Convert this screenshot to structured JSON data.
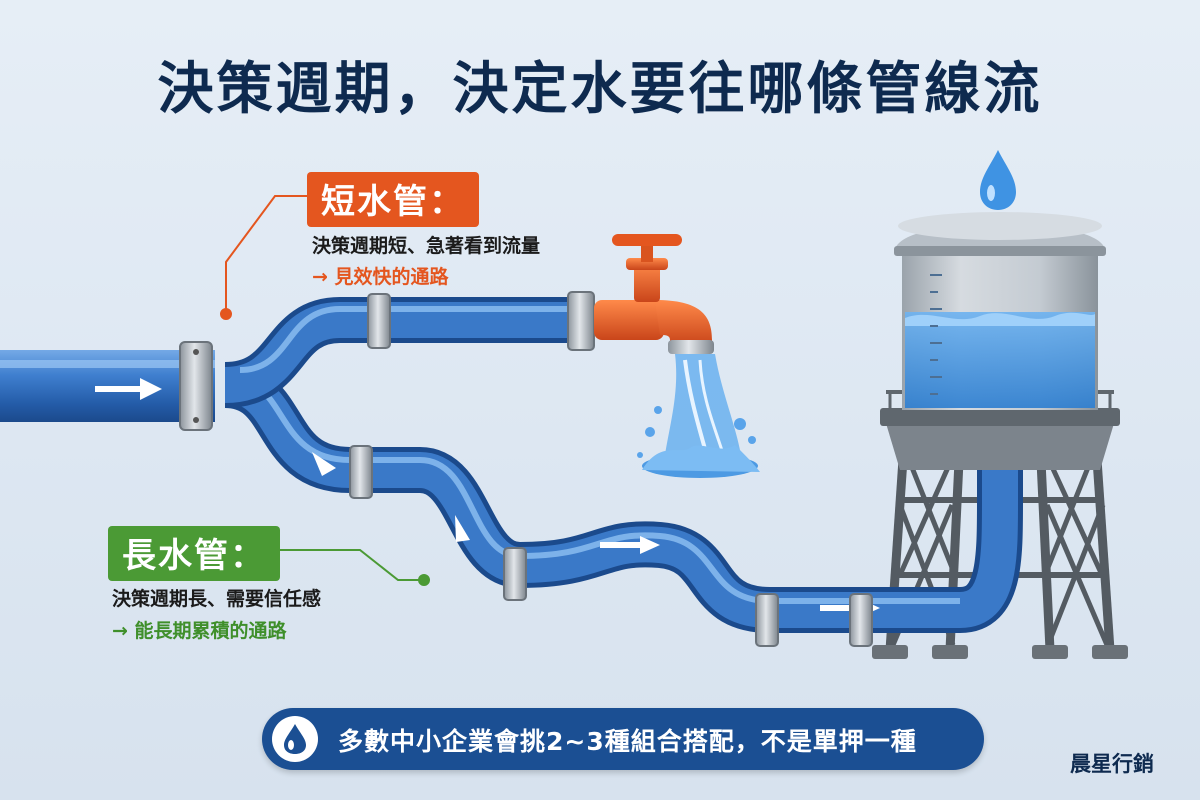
{
  "title": "決策週期，決定水要往哪條管線流",
  "short_pipe": {
    "label": "短水管：",
    "description": "決策週期短、急著看到流量",
    "result": "→ 見效快的通路",
    "accent_color": "#e4561f"
  },
  "long_pipe": {
    "label": "長水管：",
    "description": "決策週期長、需要信任感",
    "result": "→ 能長期累積的通路",
    "accent_color": "#4b9a35"
  },
  "banner": {
    "icon": "water-drop-icon",
    "text": "多數中小企業會挑2~3種組合搭配，不是單押一種"
  },
  "brand": "晨星行銷",
  "colors": {
    "title": "#0e2a4f",
    "pipe": "#2f6fc0",
    "faucet": "#e4561f",
    "water": "#3b8fe0",
    "banner": "#1b4f93"
  }
}
